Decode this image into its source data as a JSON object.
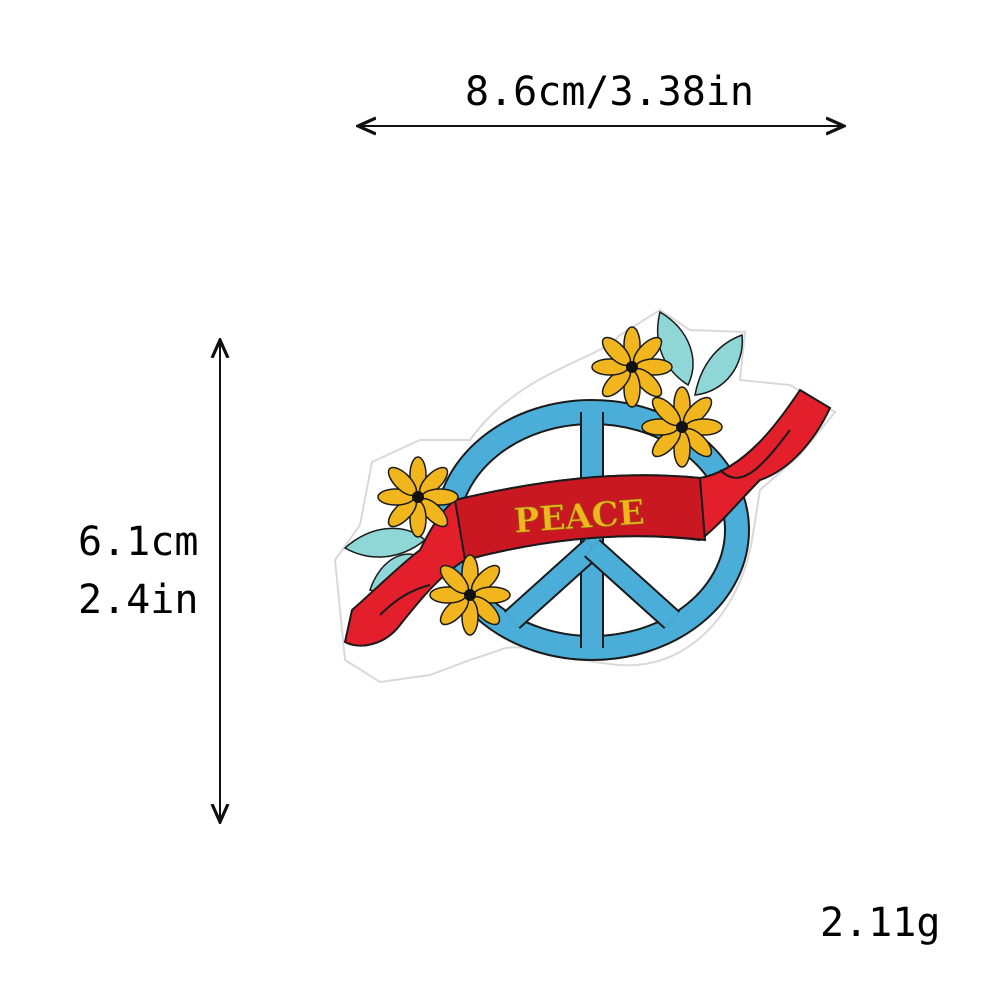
{
  "dimensions": {
    "width_label": "8.6cm/3.38in",
    "height_cm": "6.1cm",
    "height_in": "2.4in",
    "weight": "2.11g"
  },
  "patch": {
    "banner_text": "PEACE",
    "colors": {
      "ring_blue": "#4aaed8",
      "banner_red": "#e21f2b",
      "flower_yellow": "#f1b51e",
      "leaf_teal": "#8fd6d6",
      "backing_white": "#ffffff",
      "outline": "#1a1a1a"
    }
  }
}
